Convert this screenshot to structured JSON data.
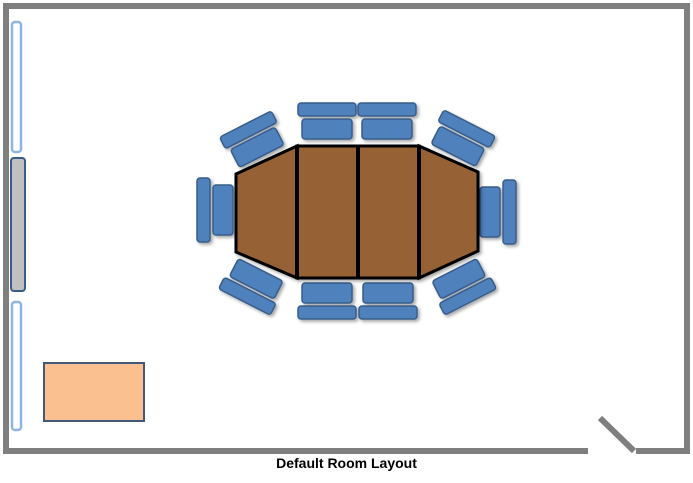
{
  "diagram": {
    "caption": "Default Room Layout",
    "colors": {
      "wall": "#7f7f7f",
      "window_frame": "#8eb4e3",
      "door_panel": "#c0c0c0",
      "table": "#966234",
      "table_outline": "#000000",
      "chair_fill": "#4f81bd",
      "chair_outline": "#385d8a",
      "side_table": "#fac090",
      "side_table_outline": "#3f5a7a"
    },
    "elements": {
      "table_segments": 4,
      "chairs": 12,
      "windows": 2,
      "doors": 2,
      "side_tables": 1
    }
  }
}
